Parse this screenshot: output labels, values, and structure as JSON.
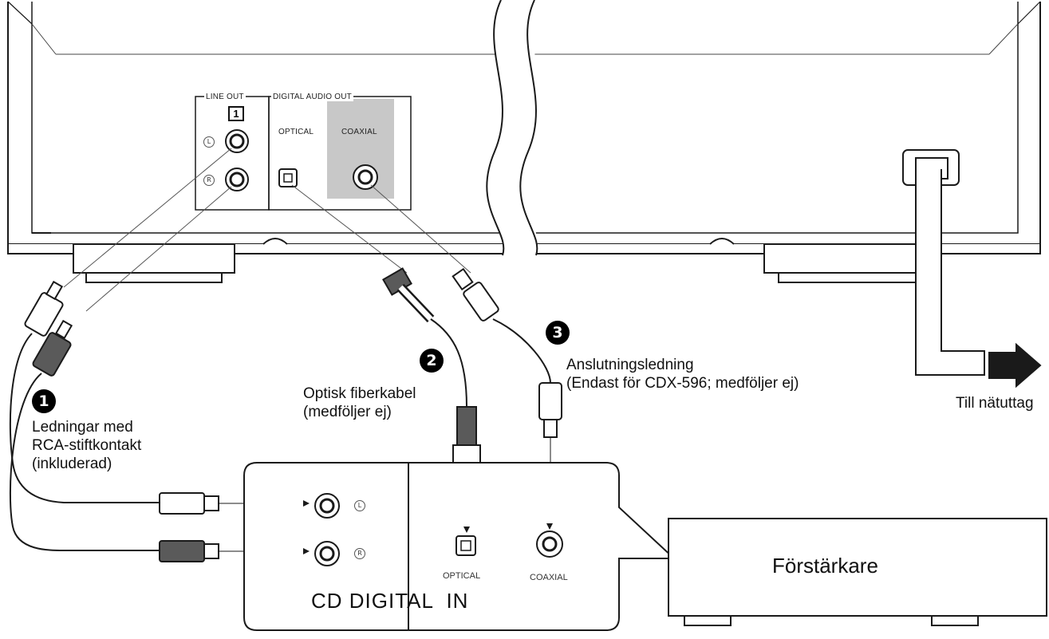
{
  "player": {
    "line_out_label": "LINE OUT",
    "line_out_number": "1",
    "digital_audio_out_label": "DIGITAL AUDIO OUT",
    "optical_label": "OPTICAL",
    "coaxial_label": "COAXIAL",
    "left_mark": "L",
    "right_mark": "R"
  },
  "callouts": [
    {
      "number": "1",
      "lines": [
        "Ledningar med",
        "RCA-stiftkontakt",
        "(inkluderad)"
      ]
    },
    {
      "number": "2",
      "lines": [
        "Optisk fiberkabel",
        "(medföljer ej)"
      ]
    },
    {
      "number": "3",
      "lines": [
        "Anslutningsledning",
        "(Endast för CDX-596; medföljer ej)"
      ]
    }
  ],
  "amplifier_panel": {
    "optical_label": "OPTICAL",
    "coaxial_label": "COAXIAL",
    "input_label": "CD DIGITAL  IN",
    "left_mark": "L",
    "right_mark": "R"
  },
  "amplifier": {
    "label": "Förstärkare"
  },
  "power": {
    "label": "Till nätuttag"
  },
  "colors": {
    "line": "#1a1a1a",
    "coaxial_highlight": "#c8c8c8",
    "dark_plug": "#5a5a5a"
  }
}
